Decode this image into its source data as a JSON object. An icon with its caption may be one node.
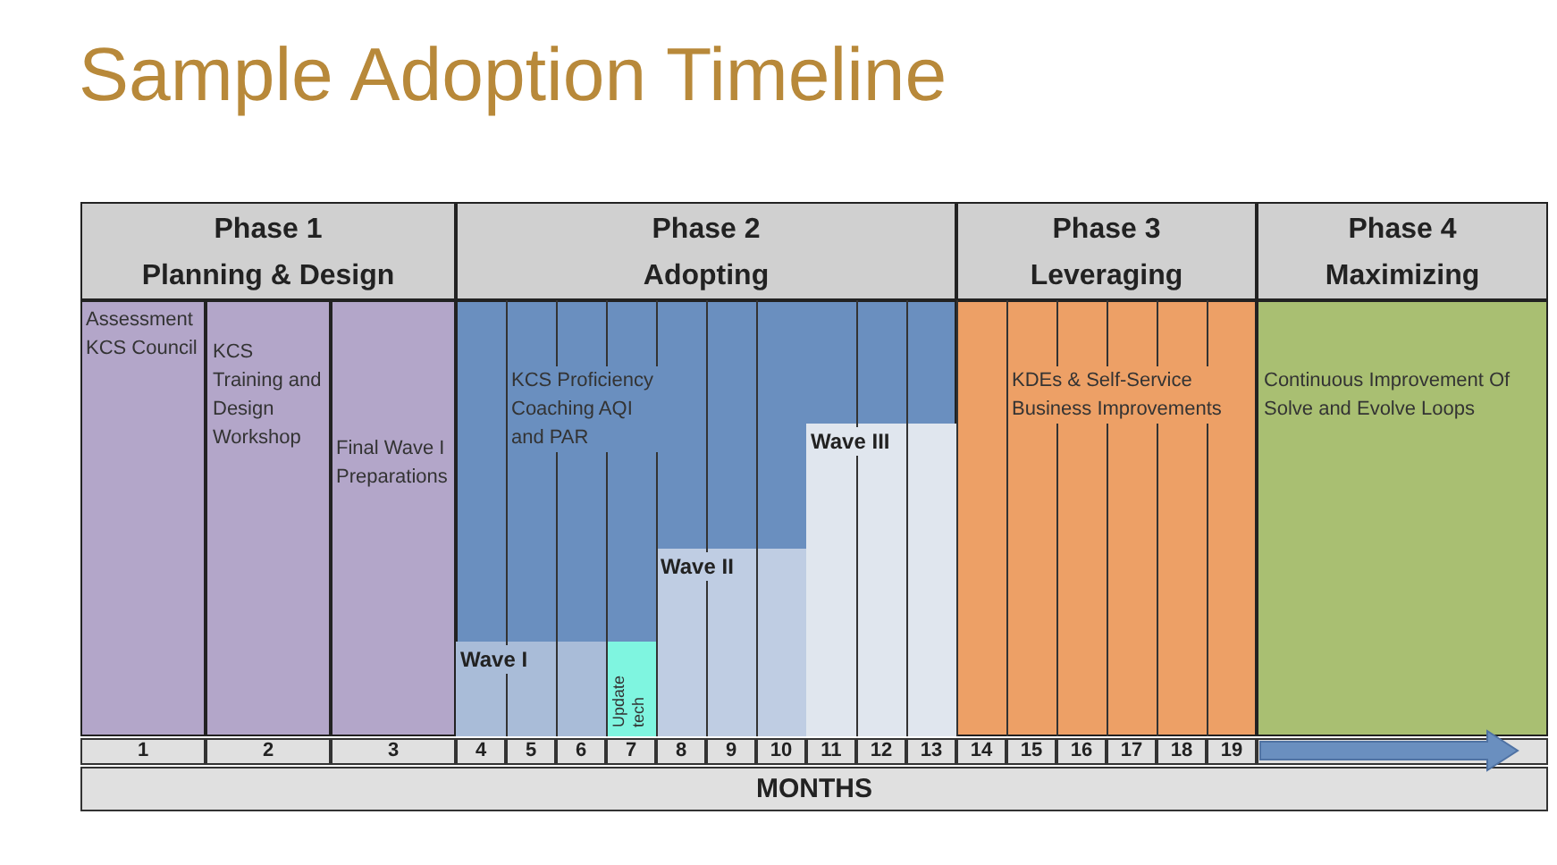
{
  "diagram": {
    "title": "Sample Adoption Timeline",
    "nodes": [
      {
        "text": [
          "Phase 1",
          "Planning & Design"
        ]
      },
      {
        "text": [
          "Phase 2",
          "Adopting"
        ]
      },
      {
        "text": [
          "Phase 3",
          "Leveraging"
        ]
      },
      {
        "text": [
          "Phase 4",
          "Maximizing"
        ]
      },
      {
        "text": [
          "Assessment KCS Council"
        ]
      },
      {
        "text": [
          "KCS Training and Design Workshop"
        ]
      },
      {
        "text": [
          "Final Wave I Preparations"
        ]
      },
      {
        "text": [
          "KCS Proficiency Coaching AQI and PAR"
        ]
      },
      {
        "text": [
          "Wave I"
        ],
        "in": 7
      },
      {
        "text": [
          "Update tech"
        ],
        "in": 7
      },
      {
        "text": [
          "Wave II"
        ],
        "in": 7
      },
      {
        "text": [
          "Wave III"
        ],
        "in": 7
      },
      {
        "text": [
          "KDEs & Self-Service Business Improvements"
        ]
      },
      {
        "text": [
          "Continuous Improvement Of Solve and Evolve Loops"
        ]
      }
    ],
    "labels": [
      "1",
      "2",
      "3",
      "4",
      "5",
      "6",
      "7",
      "8",
      "9",
      "10",
      "11",
      "12",
      "13",
      "14",
      "15",
      "16",
      "17",
      "18",
      "19",
      "MONTHS"
    ]
  }
}
